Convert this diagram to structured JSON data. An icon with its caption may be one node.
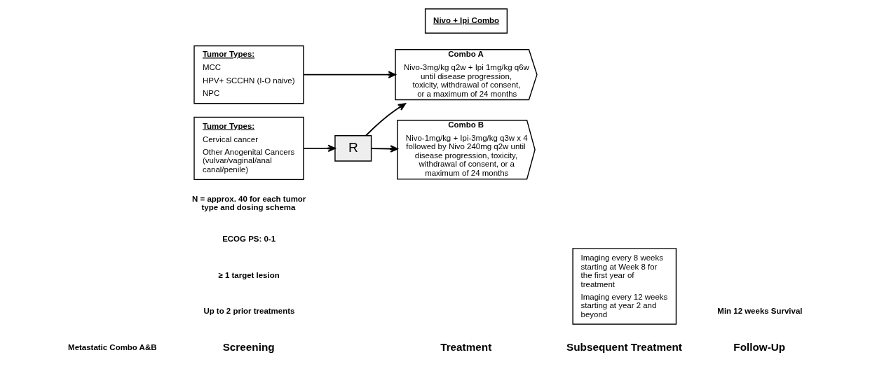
{
  "diagram": {
    "nodes": [
      {
        "text": [
          "Tumor Types:",
          "MCC",
          "HPV+ SCCHN (I-O naive)",
          "NPC"
        ]
      },
      {
        "text": [
          "Tumor Types:",
          "Cervical cancer",
          "Other Anogenital Cancers (vulvar/vaginal/anal canal/penile)"
        ]
      },
      {
        "text": [
          "R"
        ]
      },
      {
        "text": [
          "Nivo + Ipi Combo"
        ]
      },
      {
        "text": [
          "Combo A",
          "Nivo-3mg/kg q2w + Ipi 1mg/kg q6w until disease progression, toxicity, withdrawal of consent, or a maximum of 24 months"
        ]
      },
      {
        "text": [
          "Combo B",
          "Nivo-1mg/kg + Ipi-3mg/kg q3w x 4 followed by Nivo 240mg q2w until disease progression, toxicity, withdrawal of consent, or a maximum of 24 months"
        ]
      },
      {
        "text": [
          "Imaging every 8 weeks starting at Week 8 for the first year of treatment",
          "Imaging every 12 weeks starting at year 2 and beyond"
        ]
      }
    ],
    "edges": [
      {
        "from": 0,
        "to": 4,
        "arrow": "to"
      },
      {
        "from": 1,
        "to": 2,
        "arrow": "to"
      },
      {
        "from": 2,
        "to": 4,
        "arrow": "to"
      },
      {
        "from": 2,
        "to": 5,
        "arrow": "to"
      }
    ],
    "labels": [
      "Screening",
      "Treatment",
      "Subsequent Treatment",
      "Follow-Up",
      "Up to 2 prior treatments",
      "≥ 1 target lesion",
      "ECOG PS: 0-1",
      "Metastatic Combo A&B",
      "Min 12 weeks Survival",
      "N = approx. 40 for each tumor type and dosing schema"
    ]
  }
}
